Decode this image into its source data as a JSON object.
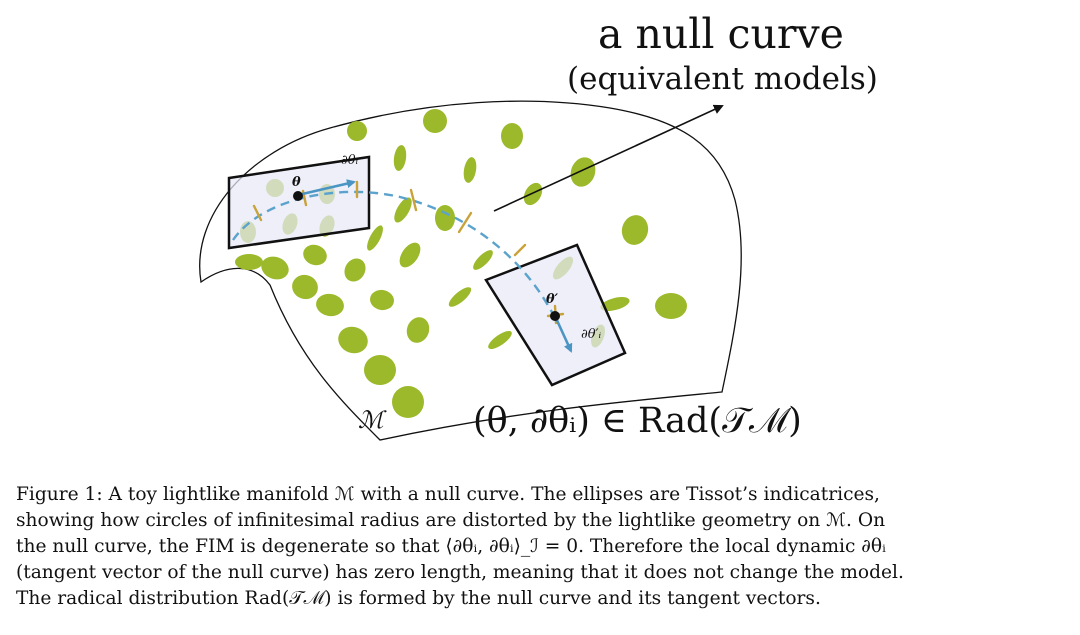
{
  "figure": {
    "title": "a null curve",
    "subtitle": "(equivalent models)",
    "manifold_label": "ℳ",
    "pair_label": "(θ, ∂θᵢ) ∈ Rad(𝒯ℳ)",
    "point_label": "θ",
    "vector_label": "∂θᵢ",
    "point2_label": "θ′",
    "vector2_label": "∂θ′ᵢ",
    "colors": {
      "ellipse": "#9bb92a",
      "tangent_plane": "#e8e9f7",
      "curve": "#5ba3cc",
      "tick": "#c9a33a",
      "outline": "#111111"
    }
  },
  "caption": {
    "lines": [
      "Figure 1: A toy lightlike manifold ℳ with a null curve. The ellipses are Tissot’s indicatrices,",
      "showing how circles of infinitesimal radius are distorted by the lightlike geometry on ℳ. On",
      "the null curve, the FIM is degenerate so that ⟨∂θᵢ, ∂θᵢ⟩_ℐ = 0. Therefore the local dynamic ∂θᵢ",
      "(tangent vector of the null curve) has zero length, meaning that it does not change the model.",
      "The radical distribution Rad(𝒯ℳ) is formed by the null curve and its tangent vectors."
    ]
  }
}
